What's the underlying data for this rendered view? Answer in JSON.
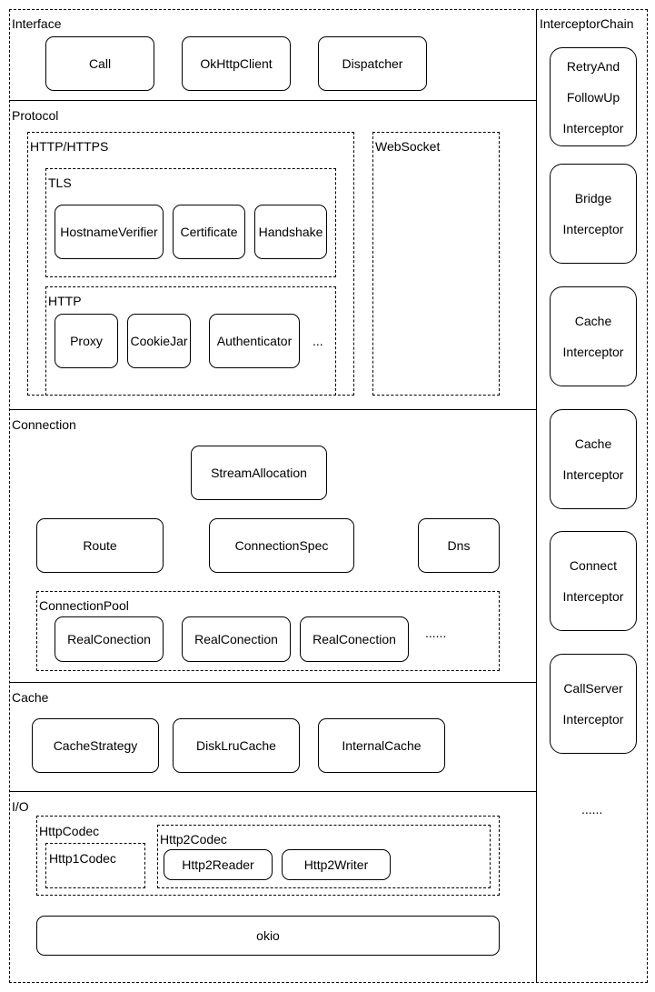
{
  "interface": {
    "label": "Interface",
    "call": "Call",
    "okhttpclient": "OkHttpClient",
    "dispatcher": "Dispatcher"
  },
  "protocol": {
    "label": "Protocol",
    "http_https": "HTTP/HTTPS",
    "websocket": "WebSocket",
    "tls": {
      "label": "TLS",
      "hostname_verifier": "HostnameVerifier",
      "certificate": "Certificate",
      "handshake": "Handshake"
    },
    "http": {
      "label": "HTTP",
      "proxy": "Proxy",
      "cookiejar": "CookieJar",
      "authenticator": "Authenticator",
      "more": "..."
    }
  },
  "connection": {
    "label": "Connection",
    "stream_allocation": "StreamAllocation",
    "route": "Route",
    "connection_spec": "ConnectionSpec",
    "dns": "Dns",
    "pool": {
      "label": "ConnectionPool",
      "real1": "RealConection",
      "real2": "RealConection",
      "real3": "RealConection",
      "more": "......"
    }
  },
  "cache": {
    "label": "Cache",
    "cache_strategy": "CacheStrategy",
    "disk_lru_cache": "DiskLruCache",
    "internal_cache": "InternalCache"
  },
  "io": {
    "label": "I/O",
    "http_codec": "HttpCodec",
    "http1_codec": "Http1Codec",
    "http2_codec": "Http2Codec",
    "http2_reader": "Http2Reader",
    "http2_writer": "Http2Writer",
    "okio": "okio"
  },
  "interceptor_chain": {
    "label": "InterceptorChain",
    "retry": [
      "RetryAnd",
      "FollowUp",
      "Interceptor"
    ],
    "bridge": [
      "Bridge",
      "Interceptor"
    ],
    "cache1": [
      "Cache",
      "Interceptor"
    ],
    "cache2": [
      "Cache",
      "Interceptor"
    ],
    "connect": [
      "Connect",
      "Interceptor"
    ],
    "callserver": [
      "CallServer",
      "Interceptor"
    ],
    "more": "......"
  }
}
